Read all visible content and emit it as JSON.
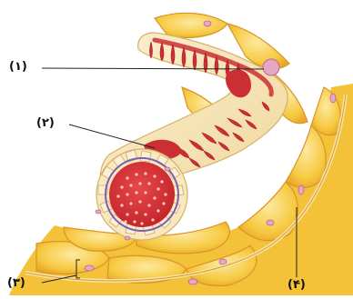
{
  "labels": {
    "label_1": "(١)",
    "label_2": "(٢)",
    "label_3": "(٣)",
    "label_4": "(۴)"
  },
  "colors": {
    "wall_outer": "#f5e2b0",
    "fold_red": "#cc2f33",
    "lumen_red": "#d8343a",
    "nucleus_pink": "#e7a6c6",
    "tissue_yellow": "#f6c83c",
    "tissue_light": "#fbe595",
    "membrane_purple": "#7a5fb4",
    "line": "#222222"
  }
}
